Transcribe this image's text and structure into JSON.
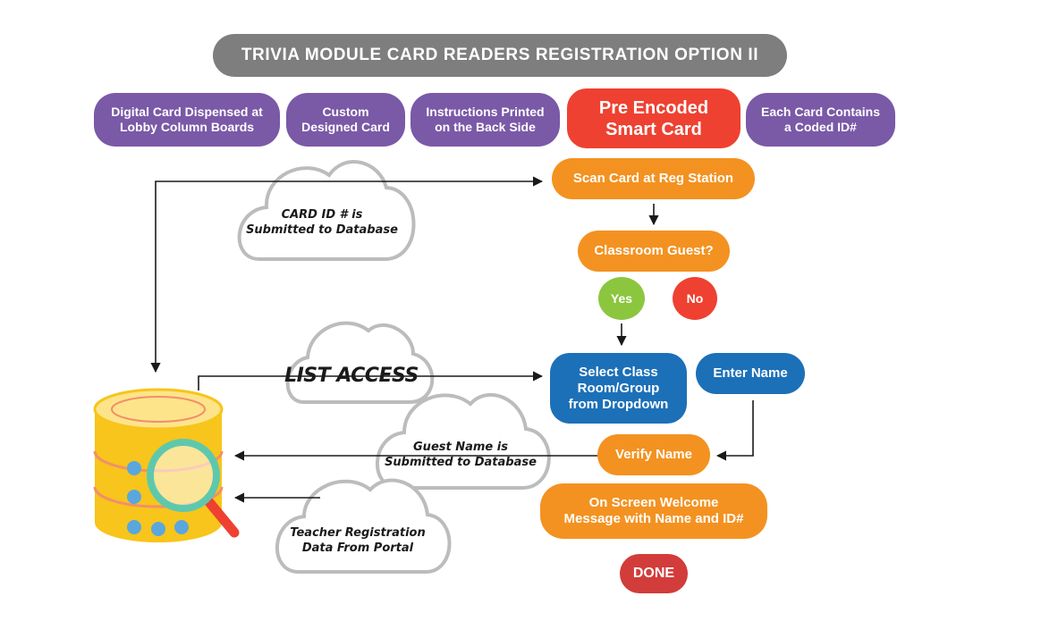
{
  "title": "TRIVIA MODULE CARD READERS REGISTRATION OPTION II",
  "features": [
    "Digital Card Dispensed at\nLobby Column Boards",
    "Custom\nDesigned Card",
    "Instructions Printed\non the Back Side",
    "Pre Encoded\nSmart Card",
    "Each Card Contains\na Coded ID#"
  ],
  "steps": {
    "scan": "Scan Card at Reg Station",
    "question": "Classroom Guest?",
    "yes": "Yes",
    "no": "No",
    "select_class": "Select Class\nRoom/Group\nfrom Dropdown",
    "enter_name": "Enter Name",
    "verify": "Verify Name",
    "welcome": "On Screen Welcome\nMessage with Name and ID#",
    "done": "DONE"
  },
  "clouds": {
    "card_id": "CARD ID # is\nSubmitted to Database",
    "list_access": "LIST ACCESS",
    "guest_name": "Guest Name is\nSubmitted to Database",
    "teacher": "Teacher Registration\nData From Portal"
  },
  "colors": {
    "title_bg": "#7e7e7e",
    "purple": "#7a59a7",
    "red": "#ee4131",
    "orange": "#f39221",
    "blue": "#1c70b8",
    "green": "#8cc63f",
    "done": "#d23c3a",
    "cloud_stroke": "#bcbcbc",
    "database_yellow": "#f7c51b",
    "magnifier": "#5ec8ad"
  }
}
